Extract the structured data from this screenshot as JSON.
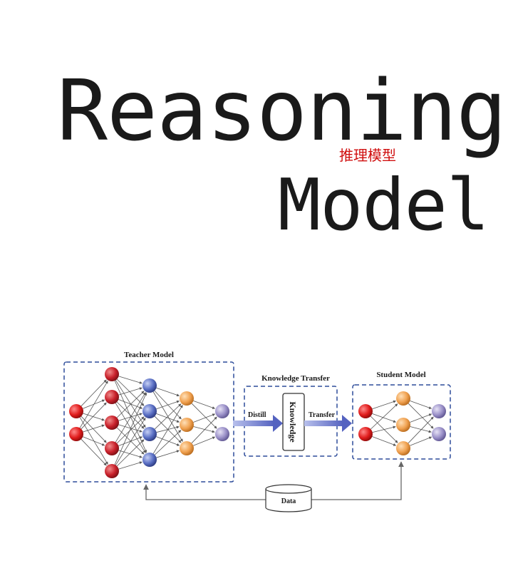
{
  "title": {
    "line1": "Reasoning",
    "line2": "Model",
    "subtitle": "推理模型"
  },
  "diagram": {
    "teacher_label": "Teacher Model",
    "transfer_label": "Knowledge Transfer",
    "student_label": "Student Model",
    "distill_label": "Distill",
    "knowledge_label": "Knowledge",
    "transfer_arrow_label": "Transfer",
    "data_label": "Data",
    "colors": {
      "input": "#e01c1c",
      "hidden1": "#c8202a",
      "hidden2": "#5a6fc4",
      "hidden3": "#f0a150",
      "output": "#9a90c8",
      "border": "#2d4c9a",
      "arrow": "#6a78c8"
    }
  }
}
